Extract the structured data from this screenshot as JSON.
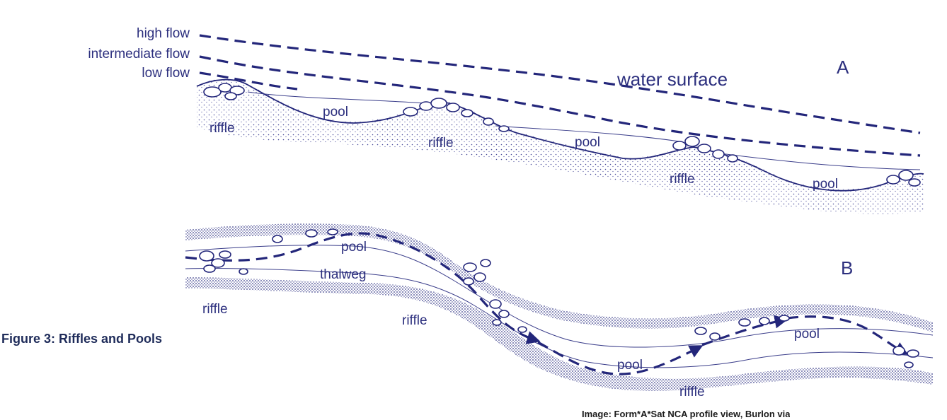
{
  "figure_caption": "Figure 3:  Riffles and Pools",
  "image_credit": "Image: Form*A*Sat NCA profile view, Burlon via",
  "panel_a": {
    "letter": "A",
    "flow_labels": [
      "high flow",
      "intermediate flow",
      "low flow"
    ],
    "water_surface_label": "water surface",
    "features": [
      {
        "label": "pool"
      },
      {
        "label": "riffle"
      },
      {
        "label": "riffle"
      },
      {
        "label": "pool"
      },
      {
        "label": "riffle"
      },
      {
        "label": "pool"
      }
    ]
  },
  "panel_b": {
    "letter": "B",
    "features": [
      {
        "label": "pool"
      },
      {
        "label": "thalweg"
      },
      {
        "label": "riffle"
      },
      {
        "label": "riffle"
      },
      {
        "label": "pool"
      },
      {
        "label": "pool"
      },
      {
        "label": "riffle"
      }
    ]
  },
  "colors": {
    "ink": "#23267a",
    "caption": "#1f2c5a",
    "background": "#ffffff"
  }
}
